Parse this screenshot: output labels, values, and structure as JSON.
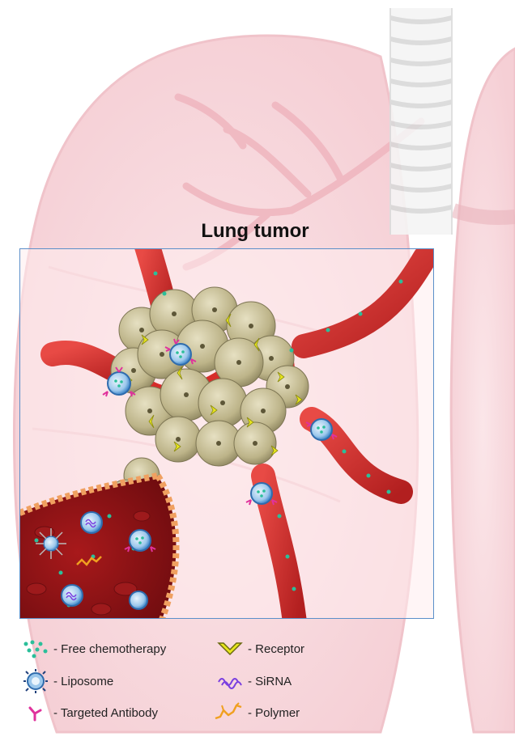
{
  "title": "Lung tumor",
  "legend": {
    "items": [
      {
        "name": "free-chemotherapy",
        "label": "- Free chemotherapy",
        "icon": "dots-icon",
        "color": "#2bbf9a"
      },
      {
        "name": "liposome",
        "label": "- Liposome",
        "icon": "liposome-icon",
        "color": "#5ca6e0"
      },
      {
        "name": "targeted-antibody",
        "label": "- Targeted Antibody",
        "icon": "antibody-icon",
        "color": "#e0329c"
      },
      {
        "name": "receptor",
        "label": "- Receptor",
        "icon": "receptor-icon",
        "color": "#e8e61e"
      },
      {
        "name": "sirna",
        "label": "- SiRNA",
        "icon": "sirna-icon",
        "color": "#7a3fe0"
      },
      {
        "name": "polymer",
        "label": "- Polymer",
        "icon": "polymer-icon",
        "color": "#f0a020"
      }
    ]
  },
  "colors": {
    "lung": "#f7d7dc",
    "vessel": "#d9322f",
    "vessel_dark": "#8e1416",
    "tumor_cell": "#c9c19a",
    "frame": "#5b8fc9"
  }
}
